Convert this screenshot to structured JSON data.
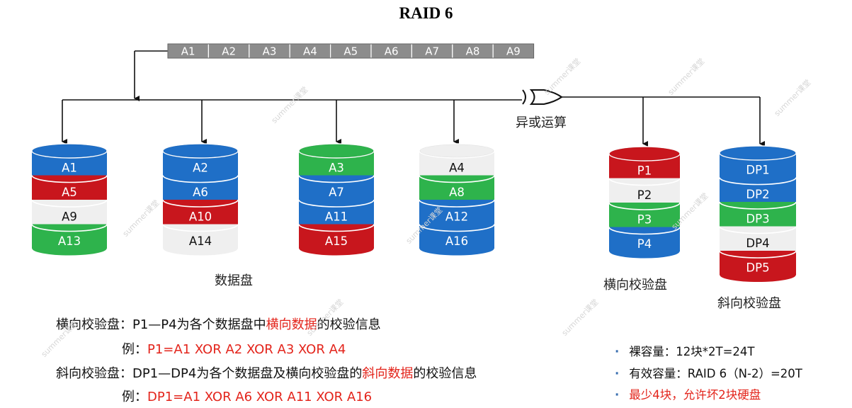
{
  "title": "RAID 6",
  "stripe": [
    "A1",
    "A2",
    "A3",
    "A4",
    "A5",
    "A6",
    "A7",
    "A8",
    "A9"
  ],
  "xor_label": "异或运算",
  "data_disks": [
    {
      "blocks": [
        "A1",
        "A5",
        "A9",
        "A13"
      ]
    },
    {
      "blocks": [
        "A2",
        "A6",
        "A10",
        "A14"
      ]
    },
    {
      "blocks": [
        "A3",
        "A7",
        "A11",
        "A15"
      ]
    },
    {
      "blocks": [
        "A4",
        "A8",
        "A12",
        "A16"
      ]
    }
  ],
  "parity_p": {
    "blocks": [
      "P1",
      "P2",
      "P3",
      "P4"
    ]
  },
  "parity_dp": {
    "blocks": [
      "DP1",
      "DP2",
      "DP3",
      "DP4",
      "DP5"
    ]
  },
  "captions": {
    "data": "数据盘",
    "p": "横向校验盘",
    "dp": "斜向校验盘"
  },
  "colors": {
    "blue": "#1f6fc7",
    "red": "#c8161d",
    "green": "#2eb34c",
    "white": "#efefef",
    "stripe": "#8c8c8c",
    "text_red": "#e3241b"
  },
  "notes": {
    "line1_prefix": "横向校验盘：P1—P4为各个数据盘中",
    "line1_red": "横向数据",
    "line1_suffix": "的校验信息",
    "line2_prefix": "例：",
    "line2_red": "P1=A1 XOR A2 XOR A3 XOR A4",
    "line3_prefix": "斜向校验盘：DP1—DP4为各个数据盘及横向校验盘的",
    "line3_red": "斜向数据",
    "line3_suffix": "的校验信息",
    "line4_prefix": "例：",
    "line4_red": "DP1=A1 XOR A6 XOR A11 XOR A16"
  },
  "bullets": [
    "裸容量：12块*2T=24T",
    "有效容量：RAID 6（N-2）=20T",
    "最少4块，允许坏2块硬盘"
  ],
  "watermark": "summer课堂"
}
